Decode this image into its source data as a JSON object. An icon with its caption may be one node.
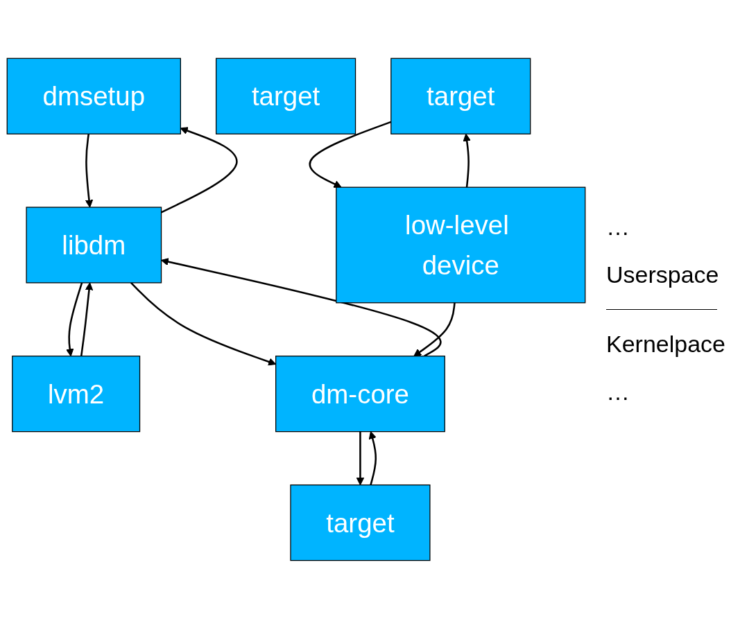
{
  "diagram": {
    "nodes": [
      {
        "text": [
          "dmsetup"
        ]
      },
      {
        "text": [
          "lvm2"
        ]
      },
      {
        "text": [
          "libdm"
        ]
      },
      {
        "text": [
          "dm-core"
        ]
      },
      {
        "text": [
          "target"
        ]
      },
      {
        "text": [
          "target"
        ]
      },
      {
        "text": [
          "target"
        ]
      },
      {
        "text": [
          "low-level device"
        ]
      }
    ],
    "edges": [
      {
        "from": 0,
        "to": 2,
        "arrow": "to"
      },
      {
        "from": 2,
        "to": 0,
        "arrow": "to"
      },
      {
        "from": 1,
        "to": 2,
        "arrow": "to"
      },
      {
        "from": 2,
        "to": 1,
        "arrow": "to"
      },
      {
        "from": 2,
        "to": 3,
        "arrow": "to"
      },
      {
        "from": 3,
        "to": 2,
        "arrow": "to"
      },
      {
        "from": 3,
        "to": 4,
        "arrow": "to"
      },
      {
        "from": 4,
        "to": 3,
        "arrow": "to"
      },
      {
        "from": 7,
        "to": 3,
        "arrow": "to"
      },
      {
        "from": 6,
        "to": 7,
        "arrow": "to"
      },
      {
        "from": 7,
        "to": 6,
        "arrow": "to"
      }
    ],
    "labels": [
      "…",
      "Userspace",
      "Kernelpace",
      "…"
    ]
  }
}
